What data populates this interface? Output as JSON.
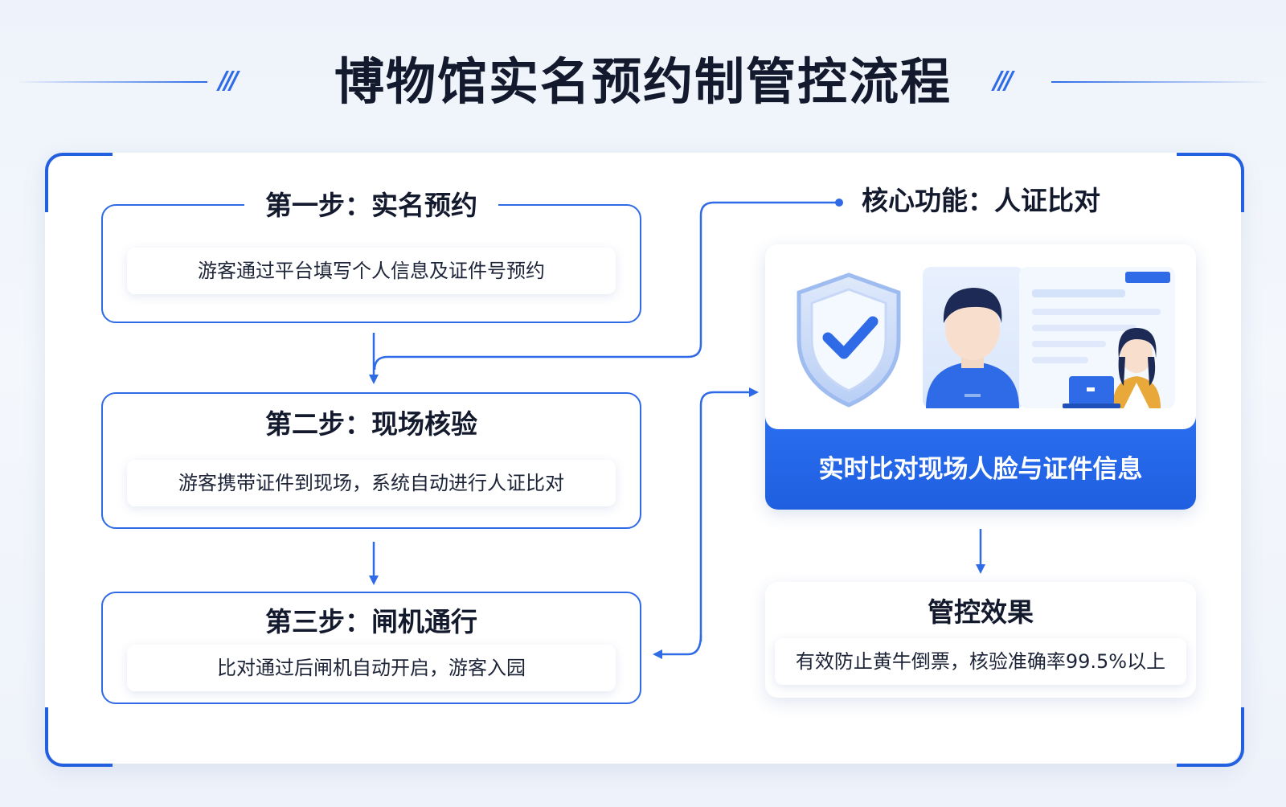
{
  "title": "博物馆实名预约制管控流程",
  "title_slashes": "///",
  "steps": [
    {
      "title": "第一步：实名预约",
      "desc": "游客通过平台填写个人信息及证件号预约"
    },
    {
      "title": "第二步：现场核验",
      "desc": "游客携带证件到现场，系统自动进行人证比对"
    },
    {
      "title": "第三步：闸机通行",
      "desc": "比对通过后闸机自动开启，游客入园"
    }
  ],
  "core": {
    "label": "核心功能：人证比对",
    "caption": "实时比对现场人脸与证件信息",
    "icons": [
      "shield-check-icon",
      "person-avatar-icon",
      "document-icon",
      "staff-with-laptop-icon"
    ]
  },
  "effect": {
    "title": "管控效果",
    "desc": "有效防止黄牛倒票，核验准确率99.5%以上"
  },
  "colors": {
    "accent": "#2f6be6",
    "accent_dark": "#1f5fe0",
    "text": "#141a2e",
    "panel": "#ffffff"
  }
}
